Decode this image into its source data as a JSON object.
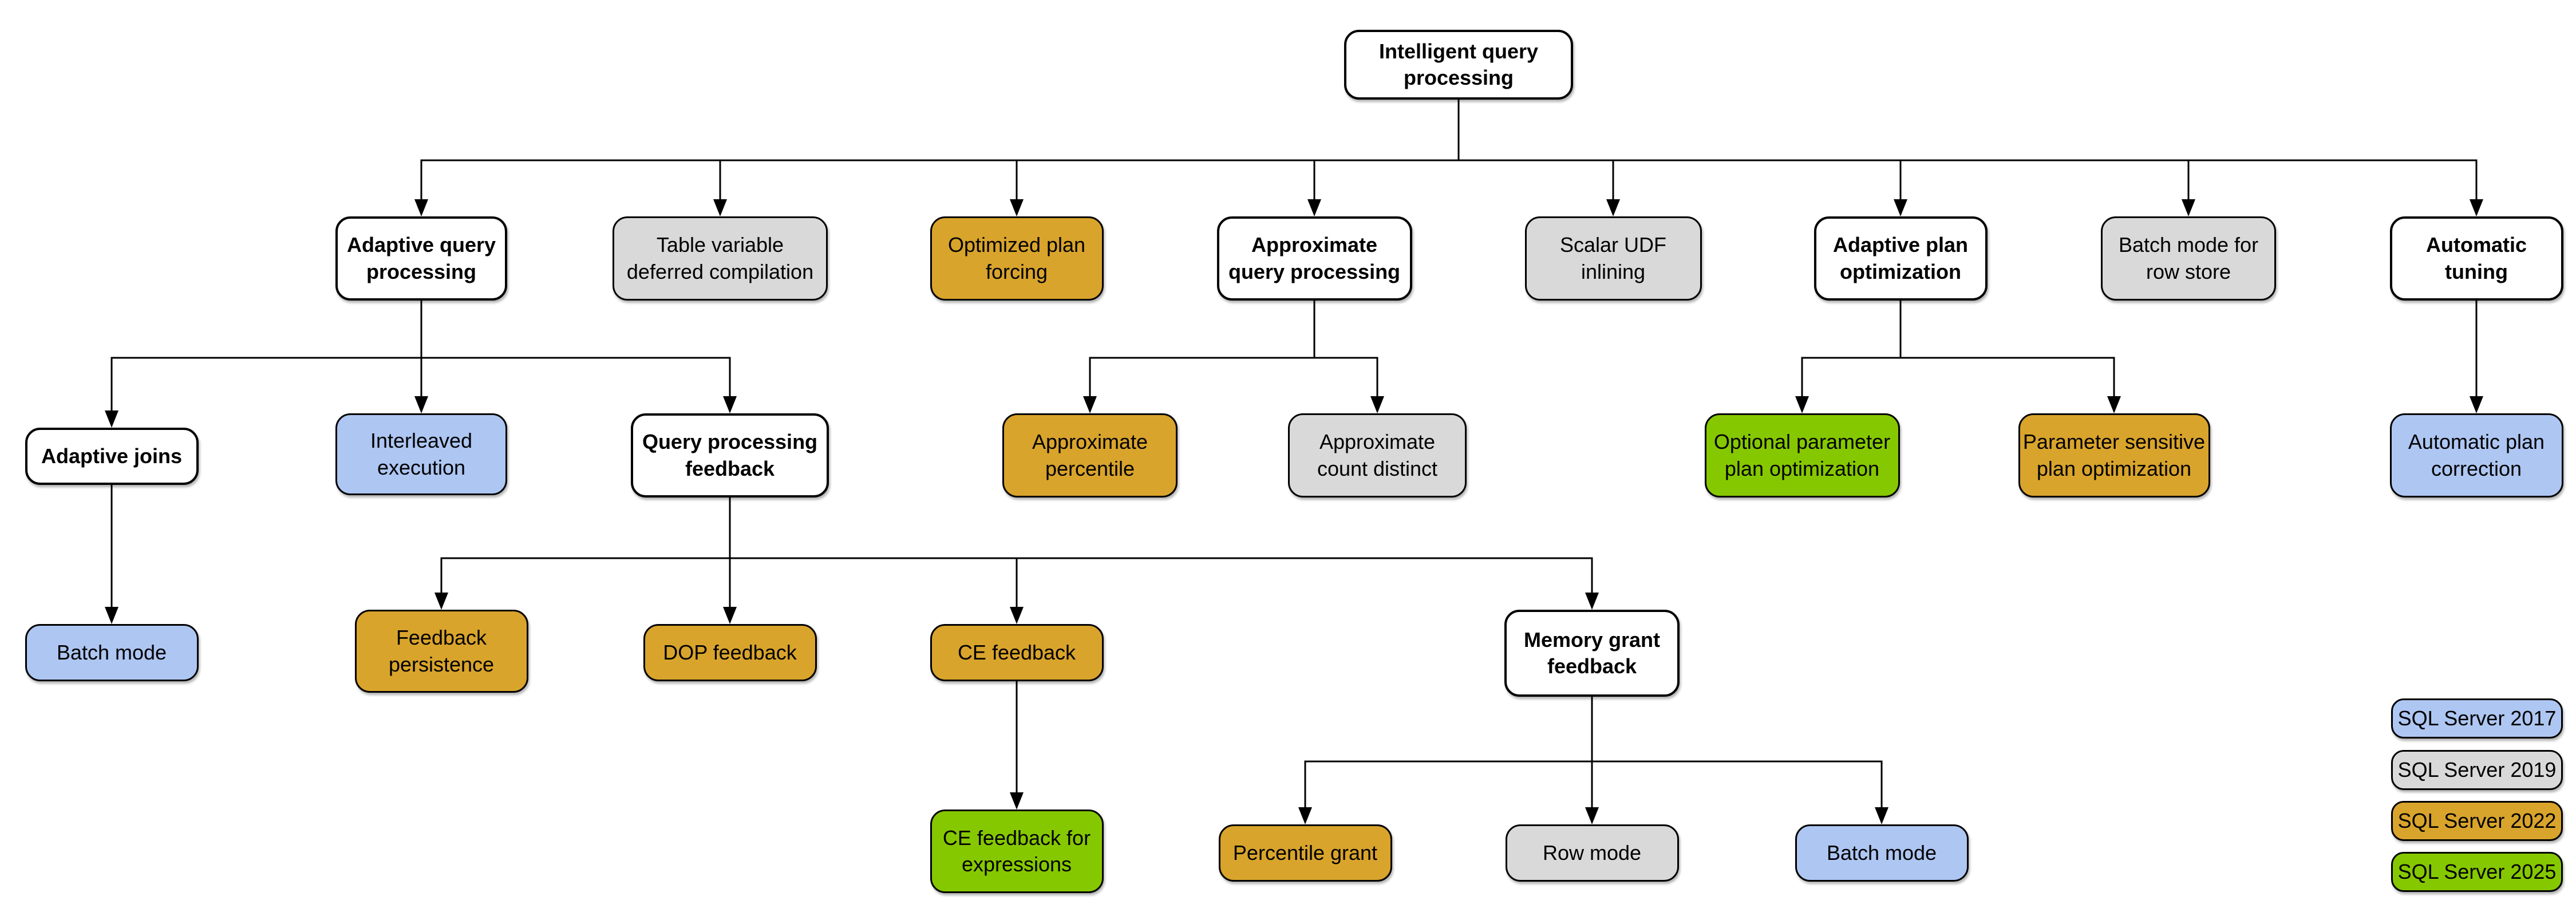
{
  "diagram": {
    "title": "Intelligent query processing",
    "root_id": "intelligent-query-processing"
  },
  "colors": {
    "2017": "#aec6f2",
    "2019": "#d9d9d9",
    "2022": "#d9a42c",
    "2025": "#86c800",
    "base": "#ffffff",
    "line": "#000000"
  },
  "nodes": [
    {
      "id": "intelligent-query-processing",
      "label": "Intelligent query\nprocessing",
      "version": "base"
    },
    {
      "id": "adaptive-query-processing",
      "label": "Adaptive query\nprocessing",
      "version": "base"
    },
    {
      "id": "table-variable-deferred-compilation",
      "label": "Table variable\ndeferred compilation",
      "version": "2019"
    },
    {
      "id": "optimized-plan-forcing",
      "label": "Optimized plan\nforcing",
      "version": "2022"
    },
    {
      "id": "approximate-query-processing",
      "label": "Approximate\nquery processing",
      "version": "base"
    },
    {
      "id": "scalar-udf-inlining",
      "label": "Scalar UDF\ninlining",
      "version": "2019"
    },
    {
      "id": "adaptive-plan-optimization",
      "label": "Adaptive plan\noptimization",
      "version": "base"
    },
    {
      "id": "batch-mode-row-store",
      "label": "Batch mode for\nrow store",
      "version": "2019"
    },
    {
      "id": "automatic-tuning",
      "label": "Automatic\ntuning",
      "version": "base"
    },
    {
      "id": "adaptive-joins",
      "label": "Adaptive joins",
      "version": "base"
    },
    {
      "id": "interleaved-execution",
      "label": "Interleaved\nexecution",
      "version": "2017"
    },
    {
      "id": "query-processing-feedback",
      "label": "Query processing\nfeedback",
      "version": "base"
    },
    {
      "id": "approximate-percentile",
      "label": "Approximate\npercentile",
      "version": "2022"
    },
    {
      "id": "approximate-count-distinct",
      "label": "Approximate\ncount distinct",
      "version": "2019"
    },
    {
      "id": "optional-parameter-plan-optimization",
      "label": "Optional parameter\nplan optimization",
      "version": "2025"
    },
    {
      "id": "parameter-sensitive-plan-optimization",
      "label": "Parameter sensitive\nplan optimization",
      "version": "2022"
    },
    {
      "id": "automatic-plan-correction",
      "label": "Automatic plan\ncorrection",
      "version": "2017"
    },
    {
      "id": "batch-mode-adaptive-joins",
      "label": "Batch mode",
      "version": "2017"
    },
    {
      "id": "feedback-persistence",
      "label": "Feedback\npersistence",
      "version": "2022"
    },
    {
      "id": "dop-feedback",
      "label": "DOP feedback",
      "version": "2022"
    },
    {
      "id": "ce-feedback",
      "label": "CE feedback",
      "version": "2022"
    },
    {
      "id": "memory-grant-feedback",
      "label": "Memory grant\nfeedback",
      "version": "base"
    },
    {
      "id": "ce-feedback-expressions",
      "label": "CE feedback for\nexpressions",
      "version": "2025"
    },
    {
      "id": "percentile-grant",
      "label": "Percentile grant",
      "version": "2022"
    },
    {
      "id": "row-mode",
      "label": "Row mode",
      "version": "2019"
    },
    {
      "id": "batch-mode-memory-grant",
      "label": "Batch mode",
      "version": "2017"
    }
  ],
  "edges": [
    {
      "from": "intelligent-query-processing",
      "to": "adaptive-query-processing"
    },
    {
      "from": "intelligent-query-processing",
      "to": "table-variable-deferred-compilation"
    },
    {
      "from": "intelligent-query-processing",
      "to": "optimized-plan-forcing"
    },
    {
      "from": "intelligent-query-processing",
      "to": "approximate-query-processing"
    },
    {
      "from": "intelligent-query-processing",
      "to": "scalar-udf-inlining"
    },
    {
      "from": "intelligent-query-processing",
      "to": "adaptive-plan-optimization"
    },
    {
      "from": "intelligent-query-processing",
      "to": "batch-mode-row-store"
    },
    {
      "from": "intelligent-query-processing",
      "to": "automatic-tuning"
    },
    {
      "from": "adaptive-query-processing",
      "to": "adaptive-joins"
    },
    {
      "from": "adaptive-query-processing",
      "to": "interleaved-execution"
    },
    {
      "from": "adaptive-query-processing",
      "to": "query-processing-feedback"
    },
    {
      "from": "approximate-query-processing",
      "to": "approximate-percentile"
    },
    {
      "from": "approximate-query-processing",
      "to": "approximate-count-distinct"
    },
    {
      "from": "adaptive-plan-optimization",
      "to": "optional-parameter-plan-optimization"
    },
    {
      "from": "adaptive-plan-optimization",
      "to": "parameter-sensitive-plan-optimization"
    },
    {
      "from": "automatic-tuning",
      "to": "automatic-plan-correction"
    },
    {
      "from": "adaptive-joins",
      "to": "batch-mode-adaptive-joins"
    },
    {
      "from": "query-processing-feedback",
      "to": "feedback-persistence"
    },
    {
      "from": "query-processing-feedback",
      "to": "dop-feedback"
    },
    {
      "from": "query-processing-feedback",
      "to": "ce-feedback"
    },
    {
      "from": "query-processing-feedback",
      "to": "memory-grant-feedback"
    },
    {
      "from": "ce-feedback",
      "to": "ce-feedback-expressions"
    },
    {
      "from": "memory-grant-feedback",
      "to": "percentile-grant"
    },
    {
      "from": "memory-grant-feedback",
      "to": "row-mode"
    },
    {
      "from": "memory-grant-feedback",
      "to": "batch-mode-memory-grant"
    }
  ],
  "legend": {
    "items": [
      {
        "label": "SQL Server 2017",
        "version": "2017"
      },
      {
        "label": "SQL Server 2019",
        "version": "2019"
      },
      {
        "label": "SQL Server 2022",
        "version": "2022"
      },
      {
        "label": "SQL Server 2025",
        "version": "2025"
      }
    ]
  }
}
